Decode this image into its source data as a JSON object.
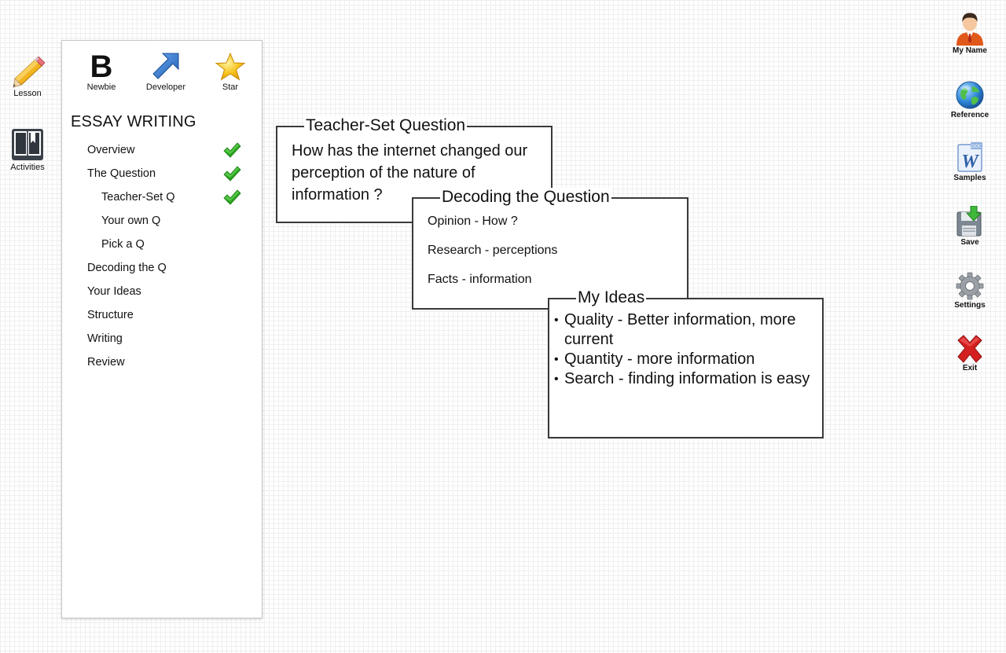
{
  "left_toolbar": [
    {
      "label": "Lesson",
      "icon": "pencil-icon"
    },
    {
      "label": "Activities",
      "icon": "book-icon"
    }
  ],
  "right_toolbar": [
    {
      "label": "My Name",
      "icon": "user-icon"
    },
    {
      "label": "Reference",
      "icon": "globe-icon"
    },
    {
      "label": "Samples",
      "icon": "word-document-icon",
      "badge": "DOC"
    },
    {
      "label": "Save",
      "icon": "save-icon"
    },
    {
      "label": "Settings",
      "icon": "gear-icon"
    },
    {
      "label": "Exit",
      "icon": "exit-x-icon"
    }
  ],
  "badges": [
    {
      "label": "Newbie",
      "letter": "B"
    },
    {
      "label": "Developer",
      "icon": "arrow-up-right-icon"
    },
    {
      "label": "Star",
      "icon": "star-icon"
    }
  ],
  "nav": {
    "title": "ESSAY WRITING",
    "items": [
      {
        "label": "Overview",
        "done": true,
        "level": 0
      },
      {
        "label": "The Question",
        "done": true,
        "level": 0
      },
      {
        "label": "Teacher-Set Q",
        "done": true,
        "level": 1
      },
      {
        "label": "Your own Q",
        "done": false,
        "level": 1
      },
      {
        "label": "Pick a Q",
        "done": false,
        "level": 1
      },
      {
        "label": "Decoding the Q",
        "done": false,
        "level": 0
      },
      {
        "label": "Your Ideas",
        "done": false,
        "level": 0
      },
      {
        "label": "Structure",
        "done": false,
        "level": 0
      },
      {
        "label": "Writing",
        "done": false,
        "level": 0
      },
      {
        "label": "Review",
        "done": false,
        "level": 0
      }
    ]
  },
  "boxes": {
    "teacher": {
      "title": "Teacher-Set Question",
      "text": "How has the internet changed our perception of the nature of information ?"
    },
    "decoding": {
      "title": "Decoding the Question",
      "lines": [
        "Opinion - How ?",
        "Research - perceptions",
        "Facts - information"
      ]
    },
    "ideas": {
      "title": "My Ideas",
      "items": [
        "Quality - Better information, more current",
        "Quantity - more information",
        "Search - finding information is easy"
      ]
    }
  },
  "colors": {
    "check": "#2aa31f",
    "star": "#f7c21a",
    "developer_arrow": "#2f6fc4",
    "exit": "#d42020"
  }
}
